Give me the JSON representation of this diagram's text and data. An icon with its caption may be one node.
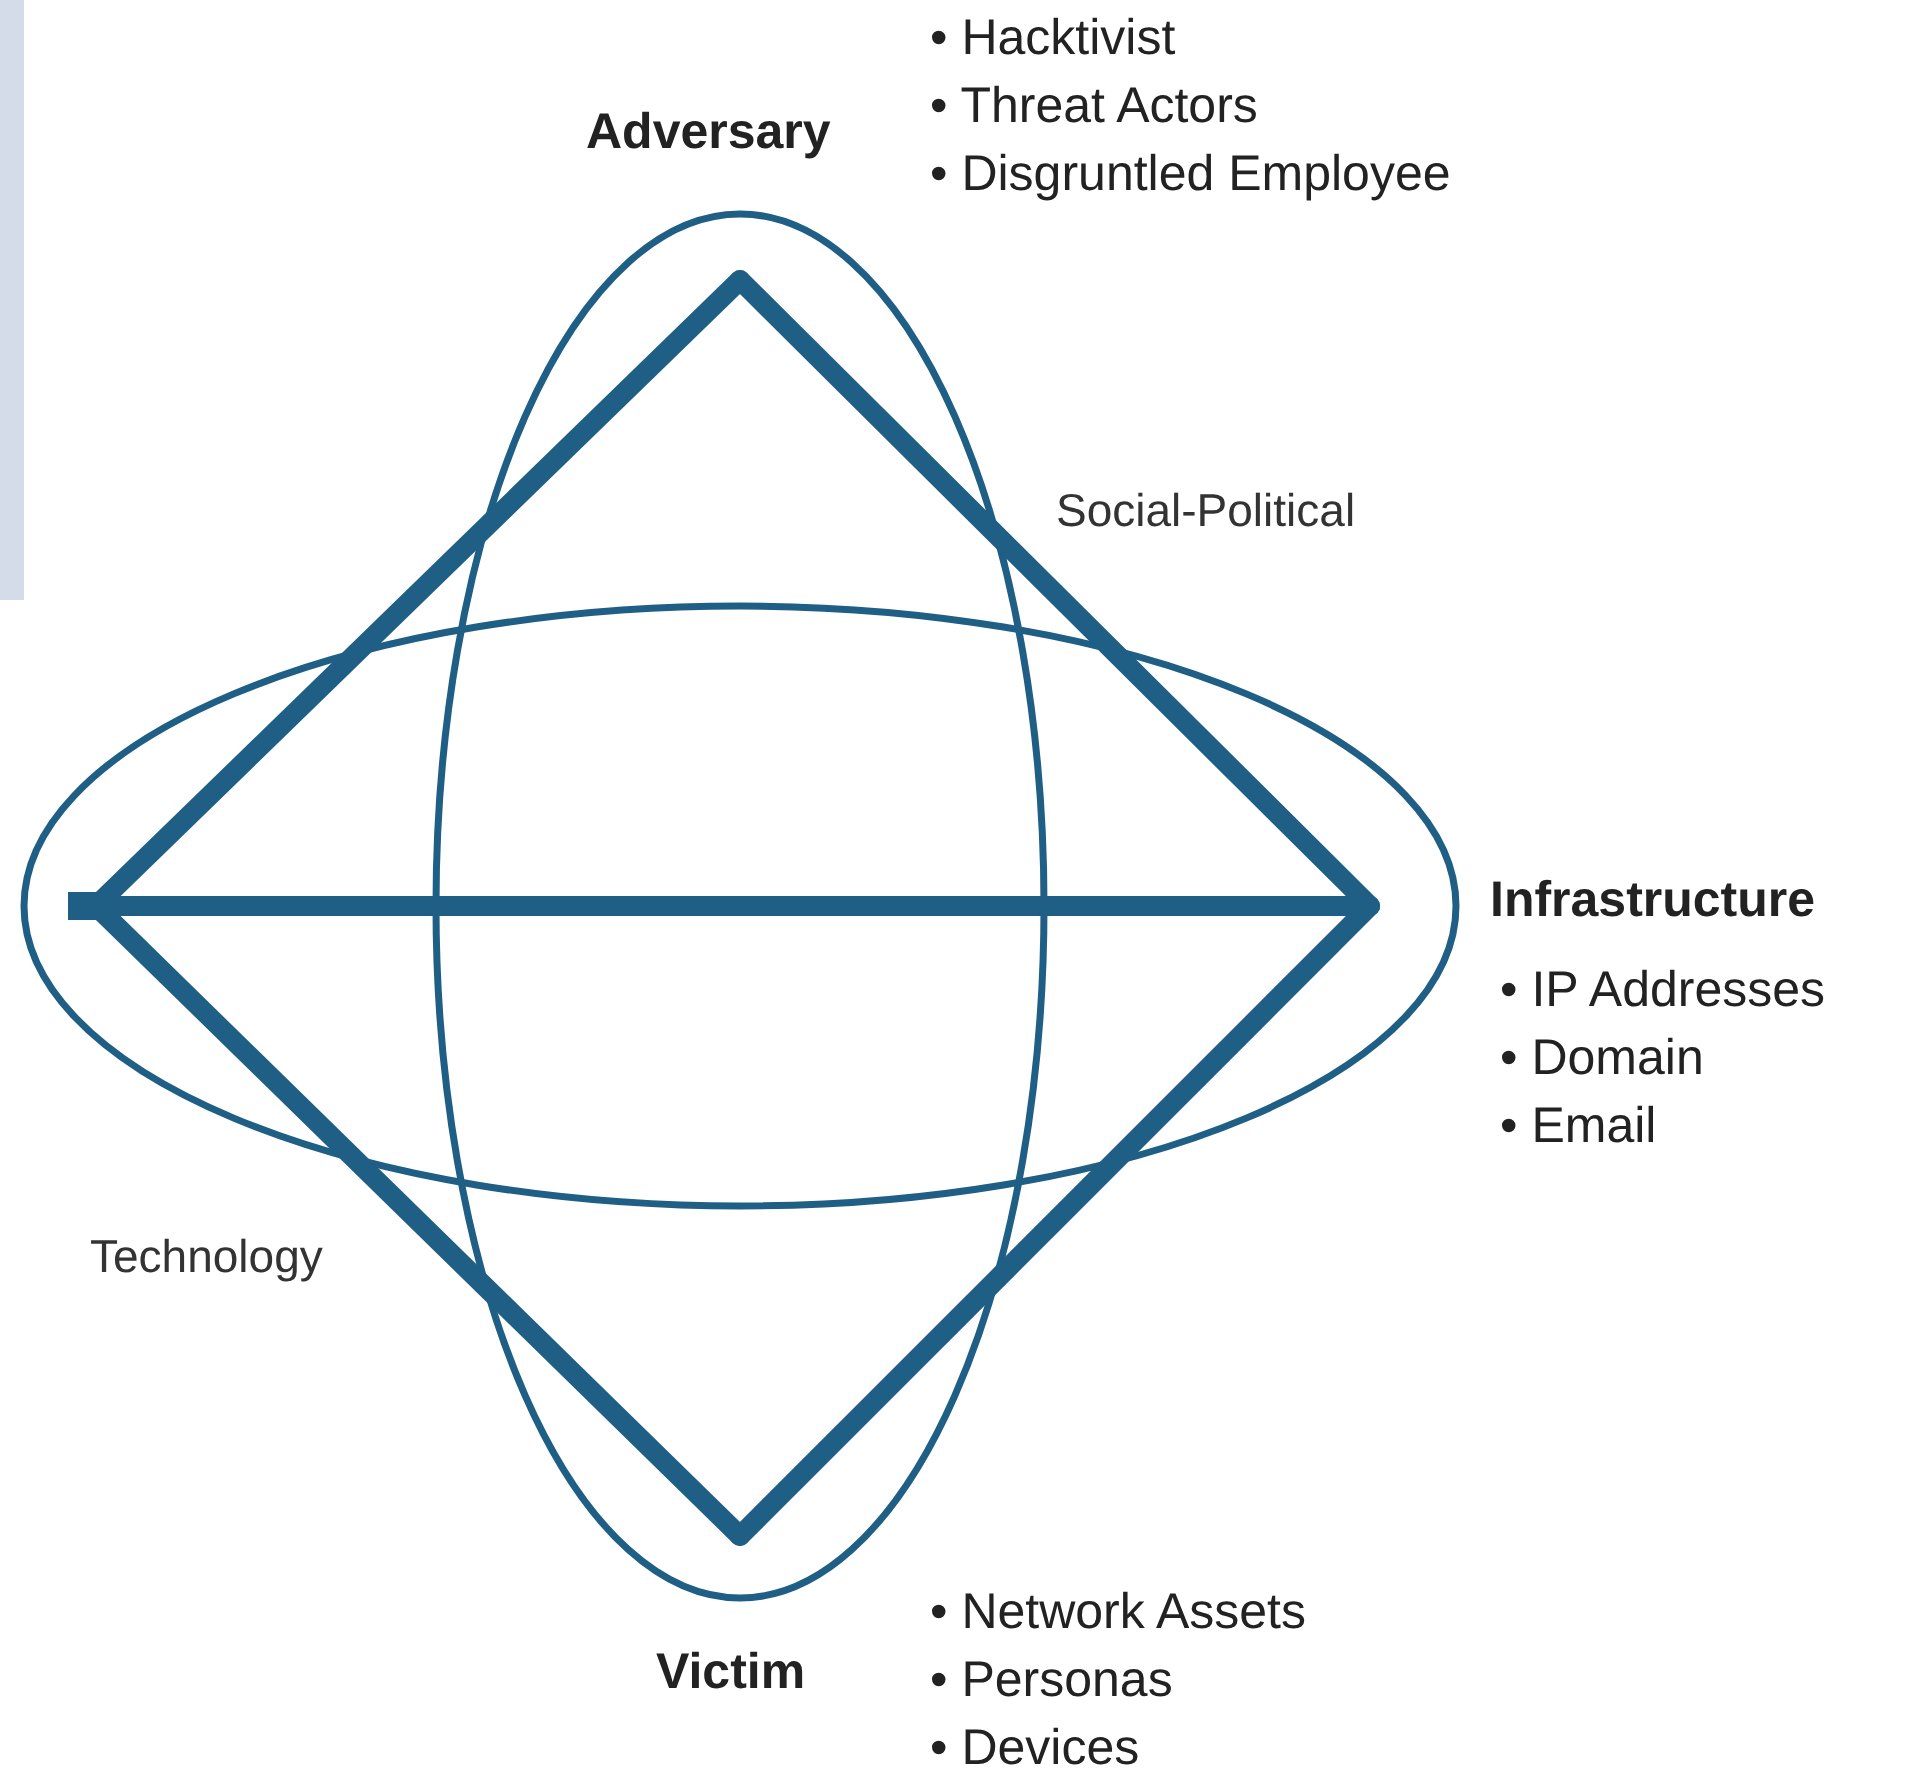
{
  "diagram": {
    "nodes": [
      {
        "text": [
          "Adversary"
        ],
        "beside": [
          "• Hacktivist",
          "• Threat Actors",
          "• Disgruntled Employee"
        ]
      },
      {
        "text": [
          "Infrastructure"
        ],
        "beside": [
          "• IP Addresses",
          "• Domain",
          "• Email"
        ]
      },
      {
        "text": [
          "Victim"
        ],
        "beside": [
          "• Network Assets",
          "• Personas",
          "• Devices"
        ]
      },
      {
        "text": [],
        "shape": "point"
      }
    ],
    "edges": [
      {
        "from": 0,
        "to": 1,
        "arrow": "none"
      },
      {
        "from": 1,
        "to": 2,
        "arrow": "none"
      },
      {
        "from": 2,
        "to": 3,
        "arrow": "none"
      },
      {
        "from": 3,
        "to": 0,
        "arrow": "none"
      },
      {
        "from": 3,
        "to": 1,
        "arrow": "none"
      }
    ],
    "labels": [
      "Social-Political",
      "Technology"
    ]
  }
}
